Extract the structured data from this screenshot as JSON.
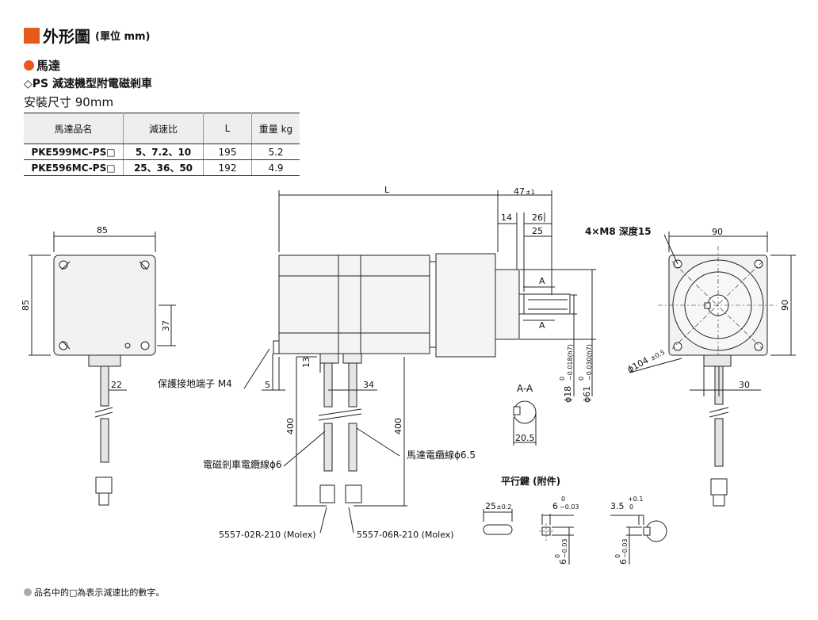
{
  "title": {
    "main": "外形圖",
    "unit": "(單位 mm)"
  },
  "section": {
    "name": "馬達",
    "series": "◇PS 減速機型附電磁剎車",
    "mount": "安裝尺寸 90mm"
  },
  "table": {
    "headers": [
      "馬達品名",
      "減速比",
      "L",
      "重量 kg"
    ],
    "rows": [
      [
        "PKE599MC-PS□",
        "5、7.2、10",
        "195",
        "5.2"
      ],
      [
        "PKE596MC-PS□",
        "25、36、50",
        "192",
        "4.9"
      ]
    ]
  },
  "dims": {
    "front_w": "85",
    "front_h": "85",
    "front_37": "37",
    "front_22": "22",
    "L": "L",
    "d47": "47",
    "d47_tol": "±1",
    "d14": "14",
    "d26": "26",
    "d25": "25",
    "secA_top": "A",
    "secA_bot": "A",
    "d13": "13",
    "d5": "5",
    "d34": "34",
    "d400a": "400",
    "d400b": "400",
    "phi18": "ϕ18",
    "phi18_tol_up": "0",
    "phi18_tol_dn": "−0.018(h7)",
    "phi61": "ϕ61",
    "phi61_tol_up": "0",
    "phi61_tol_dn": "−0.030(h7)",
    "holes": "4×M8 深度15",
    "end_90w": "90",
    "end_90h": "90",
    "phi104": "ϕ104",
    "phi104_tol": "±0.5",
    "d30": "30",
    "aa": "A-A",
    "d20_5": "20.5",
    "key_title": "平行鍵 (附件)",
    "key25": "25",
    "key25_tol": "±0.2",
    "key6": "6",
    "key6_up": "0",
    "key6_dn": "−0.03",
    "key6v": "6",
    "key6v_up": "0",
    "key6v_dn": "−0.03",
    "key3_5": "3.5",
    "key3_5_up": "+0.1",
    "key3_5_dn": "0",
    "key6v2": "6",
    "key6v2_up": "0",
    "key6v2_dn": "−0.03"
  },
  "labels": {
    "ground": "保護接地端子 M4",
    "brake_cable": "電磁剎車電纜線ϕ6",
    "motor_cable": "馬達電纜線ϕ6.5",
    "conn1": "5557-02R-210 (Molex)",
    "conn2": "5557-06R-210 (Molex)"
  },
  "footnote": "品名中的□為表示減速比的數字。",
  "colors": {
    "accent": "#e8591c",
    "body": "#f2f2f2",
    "line": "#222222"
  }
}
